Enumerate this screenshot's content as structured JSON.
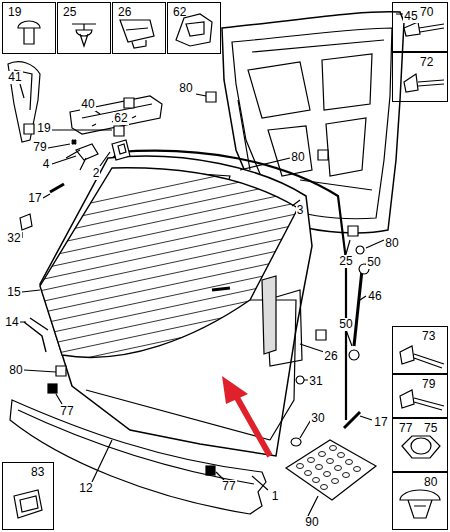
{
  "diagram": {
    "nodes": [
      {
        "text": [
          "19"
        ]
      },
      {
        "text": [
          "25"
        ]
      },
      {
        "text": [
          "26"
        ]
      },
      {
        "text": [
          "62"
        ]
      },
      {
        "text": [
          "70"
        ]
      },
      {
        "text": [
          "72"
        ]
      },
      {
        "text": [
          "73"
        ]
      },
      {
        "text": [
          "79"
        ]
      },
      {
        "text": [
          "77",
          "75"
        ]
      },
      {
        "text": [
          "80"
        ]
      },
      {
        "text": [
          "83"
        ]
      }
    ],
    "labels": [
      "45",
      "41",
      "40",
      "80",
      "19",
      "62",
      "79",
      "4",
      "2",
      "80",
      "17",
      "3",
      "32",
      "80",
      "25",
      "50",
      "15",
      "46",
      "14",
      "50",
      "26",
      "80",
      "31",
      "77",
      "30",
      "17",
      "77",
      "12",
      "1",
      "90"
    ]
  }
}
